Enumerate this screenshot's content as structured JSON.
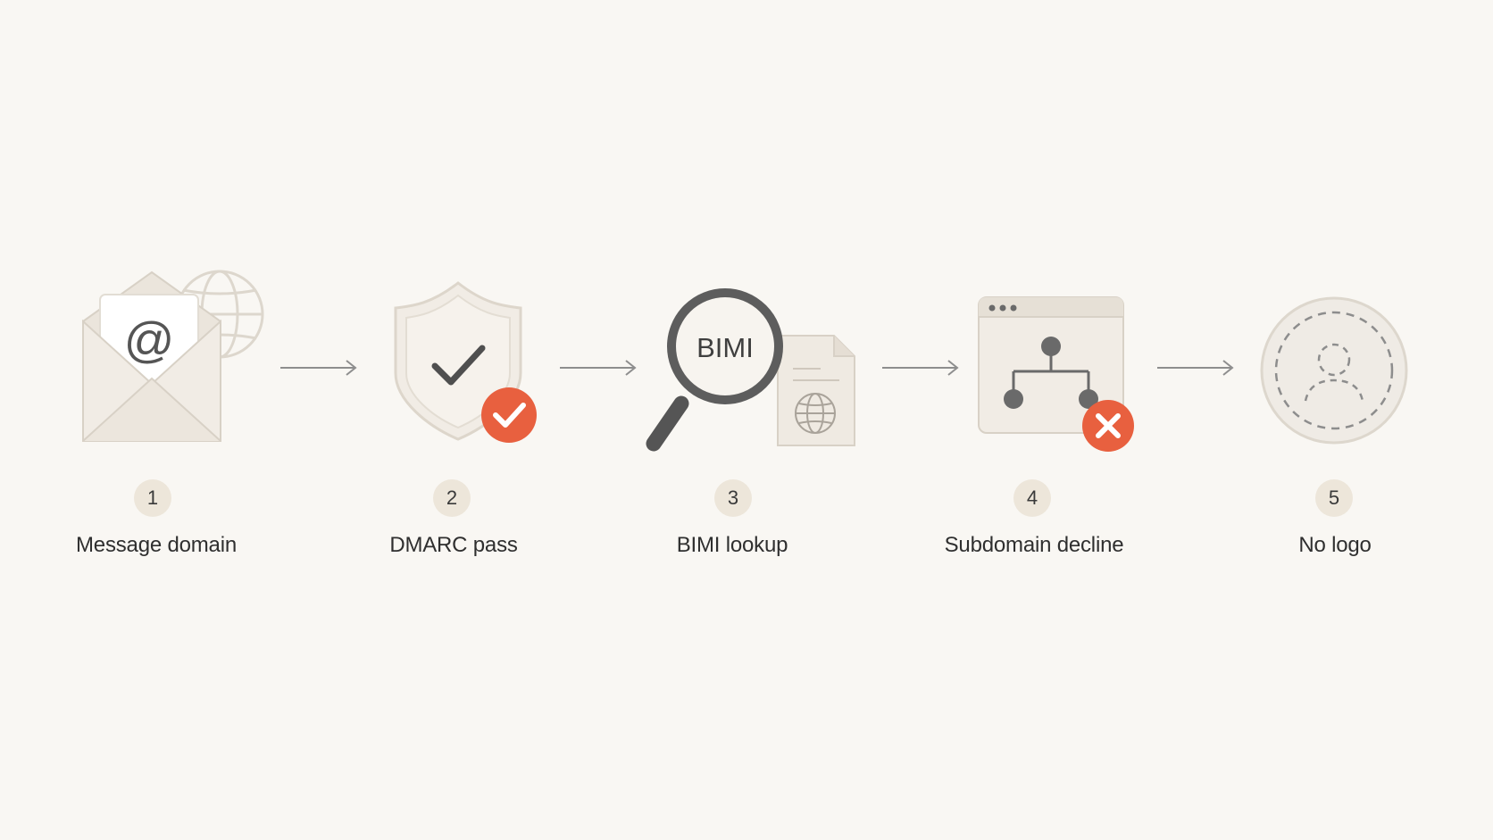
{
  "diagram": {
    "steps": [
      {
        "number": "1",
        "label": "Message domain",
        "icon": "envelope-at-icon"
      },
      {
        "number": "2",
        "label": "DMARC pass",
        "icon": "shield-check-icon"
      },
      {
        "number": "3",
        "label": "BIMI lookup",
        "icon": "magnifier-bimi-icon",
        "icon_text": "BIMI"
      },
      {
        "number": "4",
        "label": "Subdomain decline",
        "icon": "browser-hierarchy-icon"
      },
      {
        "number": "5",
        "label": "No logo",
        "icon": "empty-avatar-icon"
      }
    ],
    "colors": {
      "background": "#f9f7f3",
      "accent": "#e8603f",
      "icon_fill": "#efeae2",
      "icon_stroke": "#d8d1c6",
      "dark": "#4a4a4a",
      "arrow": "#8e8e8e"
    },
    "icon_glyphs": {
      "at": "@"
    }
  }
}
